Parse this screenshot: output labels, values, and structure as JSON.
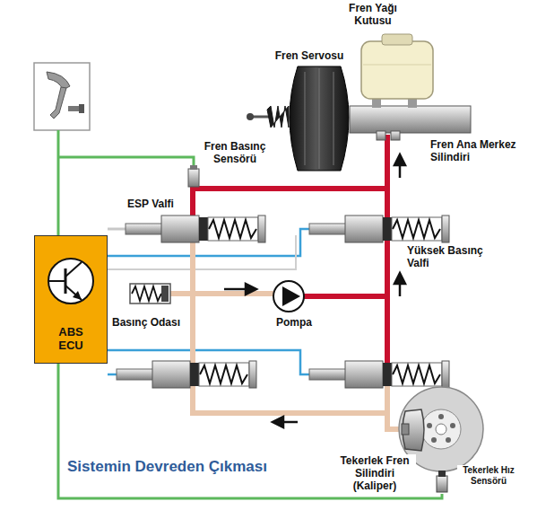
{
  "diagram": {
    "title": "Sistemin Devreden Çıkması",
    "nodes": [
      {
        "text": [
          "ABS ECU"
        ]
      }
    ],
    "labels": [
      "Fren Yağı Kutusu",
      "Fren Servosu",
      "Fren Ana Merkez Silindiri",
      "Fren Basınç Sensörü",
      "ESP Valfi",
      "Yüksek Basınç Valfi",
      "Basınç Odası",
      "Pompa",
      "Tekerlek Fren Silindiri (Kaliper)",
      "Tekerlek Hız Sensörü"
    ]
  }
}
